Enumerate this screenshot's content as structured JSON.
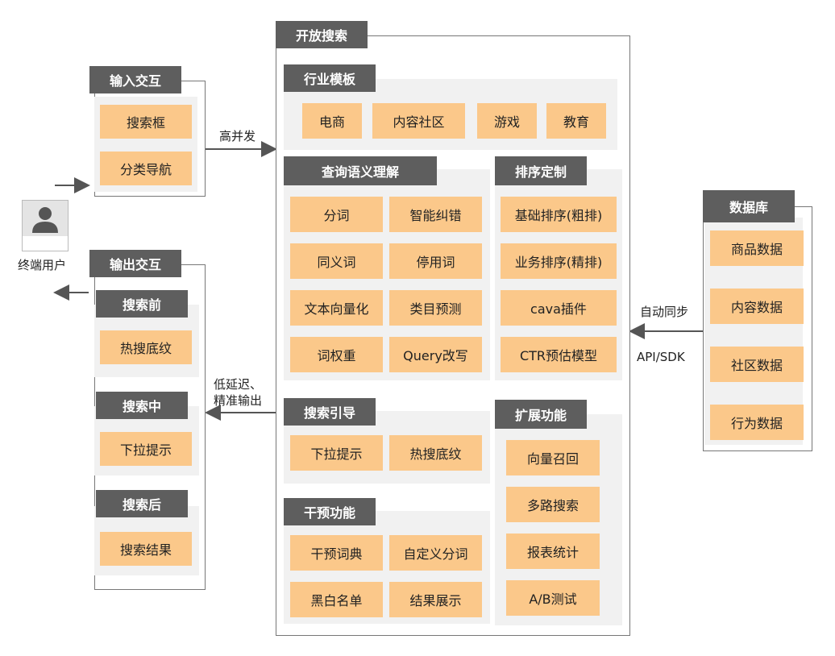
{
  "colors": {
    "header": "#5e5e5e",
    "cell": "#fbc88a",
    "panel": "#f1f1f1",
    "frame": "#777777"
  },
  "user": {
    "icon": "person-icon",
    "label": "终端用户"
  },
  "input": {
    "title": "输入交互",
    "items": [
      "搜索框",
      "分类导航"
    ]
  },
  "output": {
    "title": "输出交互",
    "groups": [
      {
        "title": "搜索前",
        "item": "热搜底纹"
      },
      {
        "title": "搜索中",
        "item": "下拉提示"
      },
      {
        "title": "搜索后",
        "item": "搜索结果"
      }
    ]
  },
  "arrows": {
    "high_concurrency": "高并发",
    "low_latency_1": "低延迟、",
    "low_latency_2": "精准输出",
    "auto_sync": "自动同步",
    "api_sdk": "API/SDK"
  },
  "open_search": {
    "title": "开放搜索",
    "industry": {
      "title": "行业模板",
      "items": [
        "电商",
        "内容社区",
        "游戏",
        "教育"
      ]
    },
    "query": {
      "title": "查询语义理解",
      "items": [
        "分词",
        "智能纠错",
        "同义词",
        "停用词",
        "文本向量化",
        "类目预测",
        "词权重",
        "Query改写"
      ]
    },
    "ranking": {
      "title": "排序定制",
      "items": [
        "基础排序(粗排)",
        "业务排序(精排)",
        "cava插件",
        "CTR预估模型"
      ]
    },
    "guide": {
      "title": "搜索引导",
      "items": [
        "下拉提示",
        "热搜底纹"
      ]
    },
    "intervene": {
      "title": "干预功能",
      "items": [
        "干预词典",
        "自定义分词",
        "黑白名单",
        "结果展示"
      ]
    },
    "extend": {
      "title": "扩展功能",
      "items": [
        "向量召回",
        "多路搜索",
        "报表统计",
        "A/B测试"
      ]
    }
  },
  "database": {
    "title": "数据库",
    "items": [
      "商品数据",
      "内容数据",
      "社区数据",
      "行为数据"
    ]
  }
}
